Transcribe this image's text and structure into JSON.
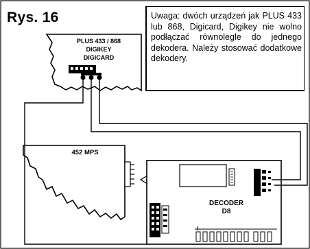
{
  "figure_title": "Rys. 16",
  "note_text": "Uwaga: dwóch urządzeń jak PLUS 433 lub 868, Digicard, Digikey nie wolno podłączać równolegle do jednego dekodera. Należy stosować dodatkowe dekodery.",
  "device_receiver": {
    "line1": "PLUS 433 / 868",
    "line2": "DIGIKEY",
    "line3": "DIGICARD"
  },
  "device_panel": {
    "label": "452 MPS"
  },
  "device_decoder": {
    "line1": "DECODER",
    "line2": "D8"
  }
}
